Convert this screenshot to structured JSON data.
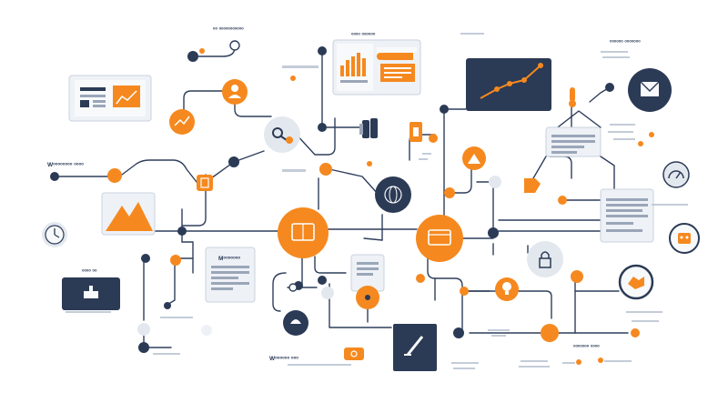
{
  "colors": {
    "orange": "#f5891f",
    "navy": "#2b3a55",
    "line": "#2f3f5c",
    "card": "#eef1f6",
    "card_border": "#c9d2df",
    "grey_circle": "#e3e8ef",
    "placeholder": "#c4ccd8",
    "background": "#ffffff"
  },
  "labels": {
    "top_caption": "ᵒᵒ ᵒᵒᵒᵒᵒᵒᵒᵒᵒᵒᵒ",
    "top_card_caption": "ᵒᵒᵒᵒ ᵒᵒᵒᵒᵒᵒ",
    "right_top_caption": "ᵒᵒᵒᵒᵒᵒ ᵒᵒᵒᵒᵒᵒᵒ",
    "left_caption": "Wᵒᵒᵒᵒᵒᵒᵒᵒ ᵒᵒᵒᵒ",
    "center_card_title": "Mᵒᵒᵒᵒᵒᵒᵒ",
    "small_card_caption": "ᵒᵒᵒᵒ ᵒᵒ",
    "bottom_caption": "Wᵒᵒᵒᵒᵒᵒ ᵒᵒᵒ",
    "right_bottom_caption": "ᵒᵒᵒᵒᵒᵒᵒ ᵒᵒᵒᵒ"
  },
  "icons": [
    "user-icon",
    "trend-icon",
    "search-icon",
    "documents-icon",
    "book-icon",
    "cloud-mountain-icon",
    "globe-icon",
    "folder-icon",
    "browser-window-icon",
    "clock-icon",
    "tag-icon",
    "lightbulb-icon",
    "lock-icon",
    "magnifier-icon",
    "mail-icon",
    "thermometer-icon",
    "robot-icon",
    "speedometer-icon",
    "handshake-icon",
    "mountain-chart-icon",
    "pen-icon",
    "bar-chart-icon",
    "line-chart-icon",
    "battery-icon",
    "at-icon"
  ]
}
